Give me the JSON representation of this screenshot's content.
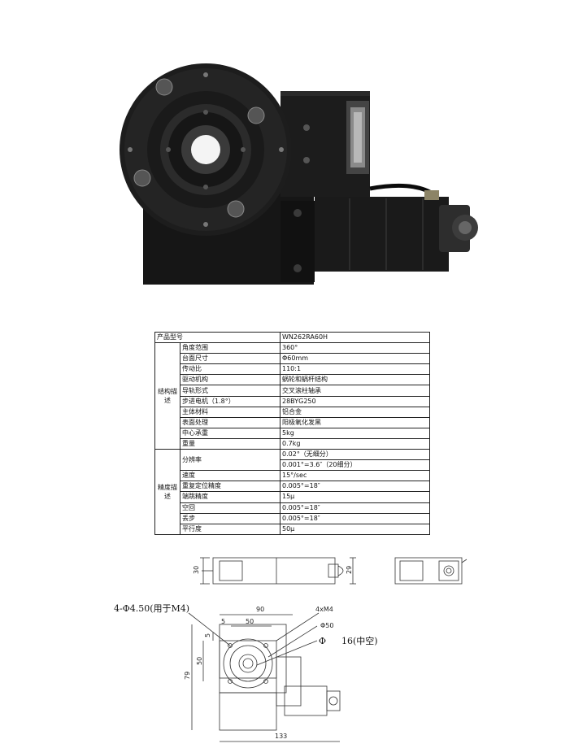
{
  "photo": {
    "icon": "rotary-stage-photo"
  },
  "spec_table": {
    "model_label": "产品型号",
    "model_value": "WN262RA60H",
    "groups": [
      {
        "label": "结构描述",
        "rows": [
          {
            "label": "角度范围",
            "value": "360°"
          },
          {
            "label": "台面尺寸",
            "value": "Φ60mm"
          },
          {
            "label": "传动比",
            "value": "110:1"
          },
          {
            "label": "驱动机构",
            "value": "蜗轮和蜗杆结构"
          },
          {
            "label": "导轨形式",
            "value": "交叉滚柱轴承"
          },
          {
            "label": "步进电机（1.8°）",
            "value": "28BYG250"
          },
          {
            "label": "主体材料",
            "value": "铝合金"
          },
          {
            "label": "表面处理",
            "value": "阳极氧化发黑"
          },
          {
            "label": "中心承重",
            "value": "5kg"
          },
          {
            "label": "重量",
            "value": "0.7kg"
          }
        ]
      },
      {
        "label": "精度描述",
        "rows": [
          {
            "label": "分辨率",
            "values": [
              "0.02°（无细分）",
              "0.001°=3.6″（20细分）"
            ]
          },
          {
            "label": "速度",
            "value": "15°/sec"
          },
          {
            "label": "重复定位精度",
            "value": "0.005°=18″"
          },
          {
            "label": "端跳精度",
            "value": "15μ"
          },
          {
            "label": "空回",
            "value": "0.005°=18″"
          },
          {
            "label": "丢步",
            "value": "0.005°=18″"
          },
          {
            "label": "平行度",
            "value": "50μ"
          }
        ]
      }
    ]
  },
  "drawings": {
    "side_height": "30",
    "side_height_right": "29",
    "top_width": "90",
    "inner_width": "50",
    "offset_5_top": "5",
    "offset_5_left": "5",
    "inner_height": "50",
    "total_height": "79",
    "total_width": "133",
    "hole_note": "4-Φ4.50(用于M4)",
    "thread_note": "4xM4",
    "dia_50": "Φ50",
    "dia_16": "Φ",
    "dia_16_value": "16(中空)"
  }
}
